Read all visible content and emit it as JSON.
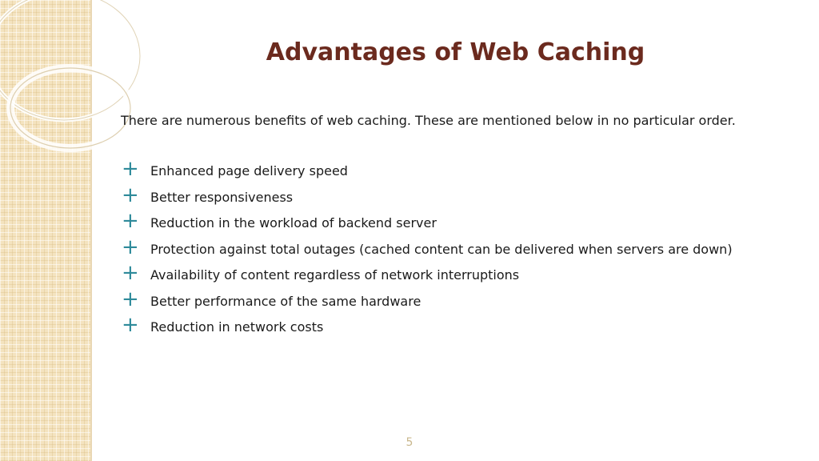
{
  "slide": {
    "title": "Advantages of Web Caching",
    "intro": "There are numerous benefits of web caching. These are mentioned below in no particular order.",
    "bullet_icon": "plus-icon",
    "bullets": [
      "Enhanced page delivery speed",
      "Better responsiveness",
      "Reduction in the workload of backend server",
      "Protection against total outages (cached content can be delivered when servers are down)",
      "Availability of content regardless of network interruptions",
      "Better performance of the same hardware",
      "Reduction in network costs"
    ],
    "page_number": "5"
  },
  "colors": {
    "title": "#6b2a1e",
    "bullet_accent": "#2e8a9a",
    "side_panel": "#f4e3bf",
    "page_number": "#c9b78c"
  }
}
